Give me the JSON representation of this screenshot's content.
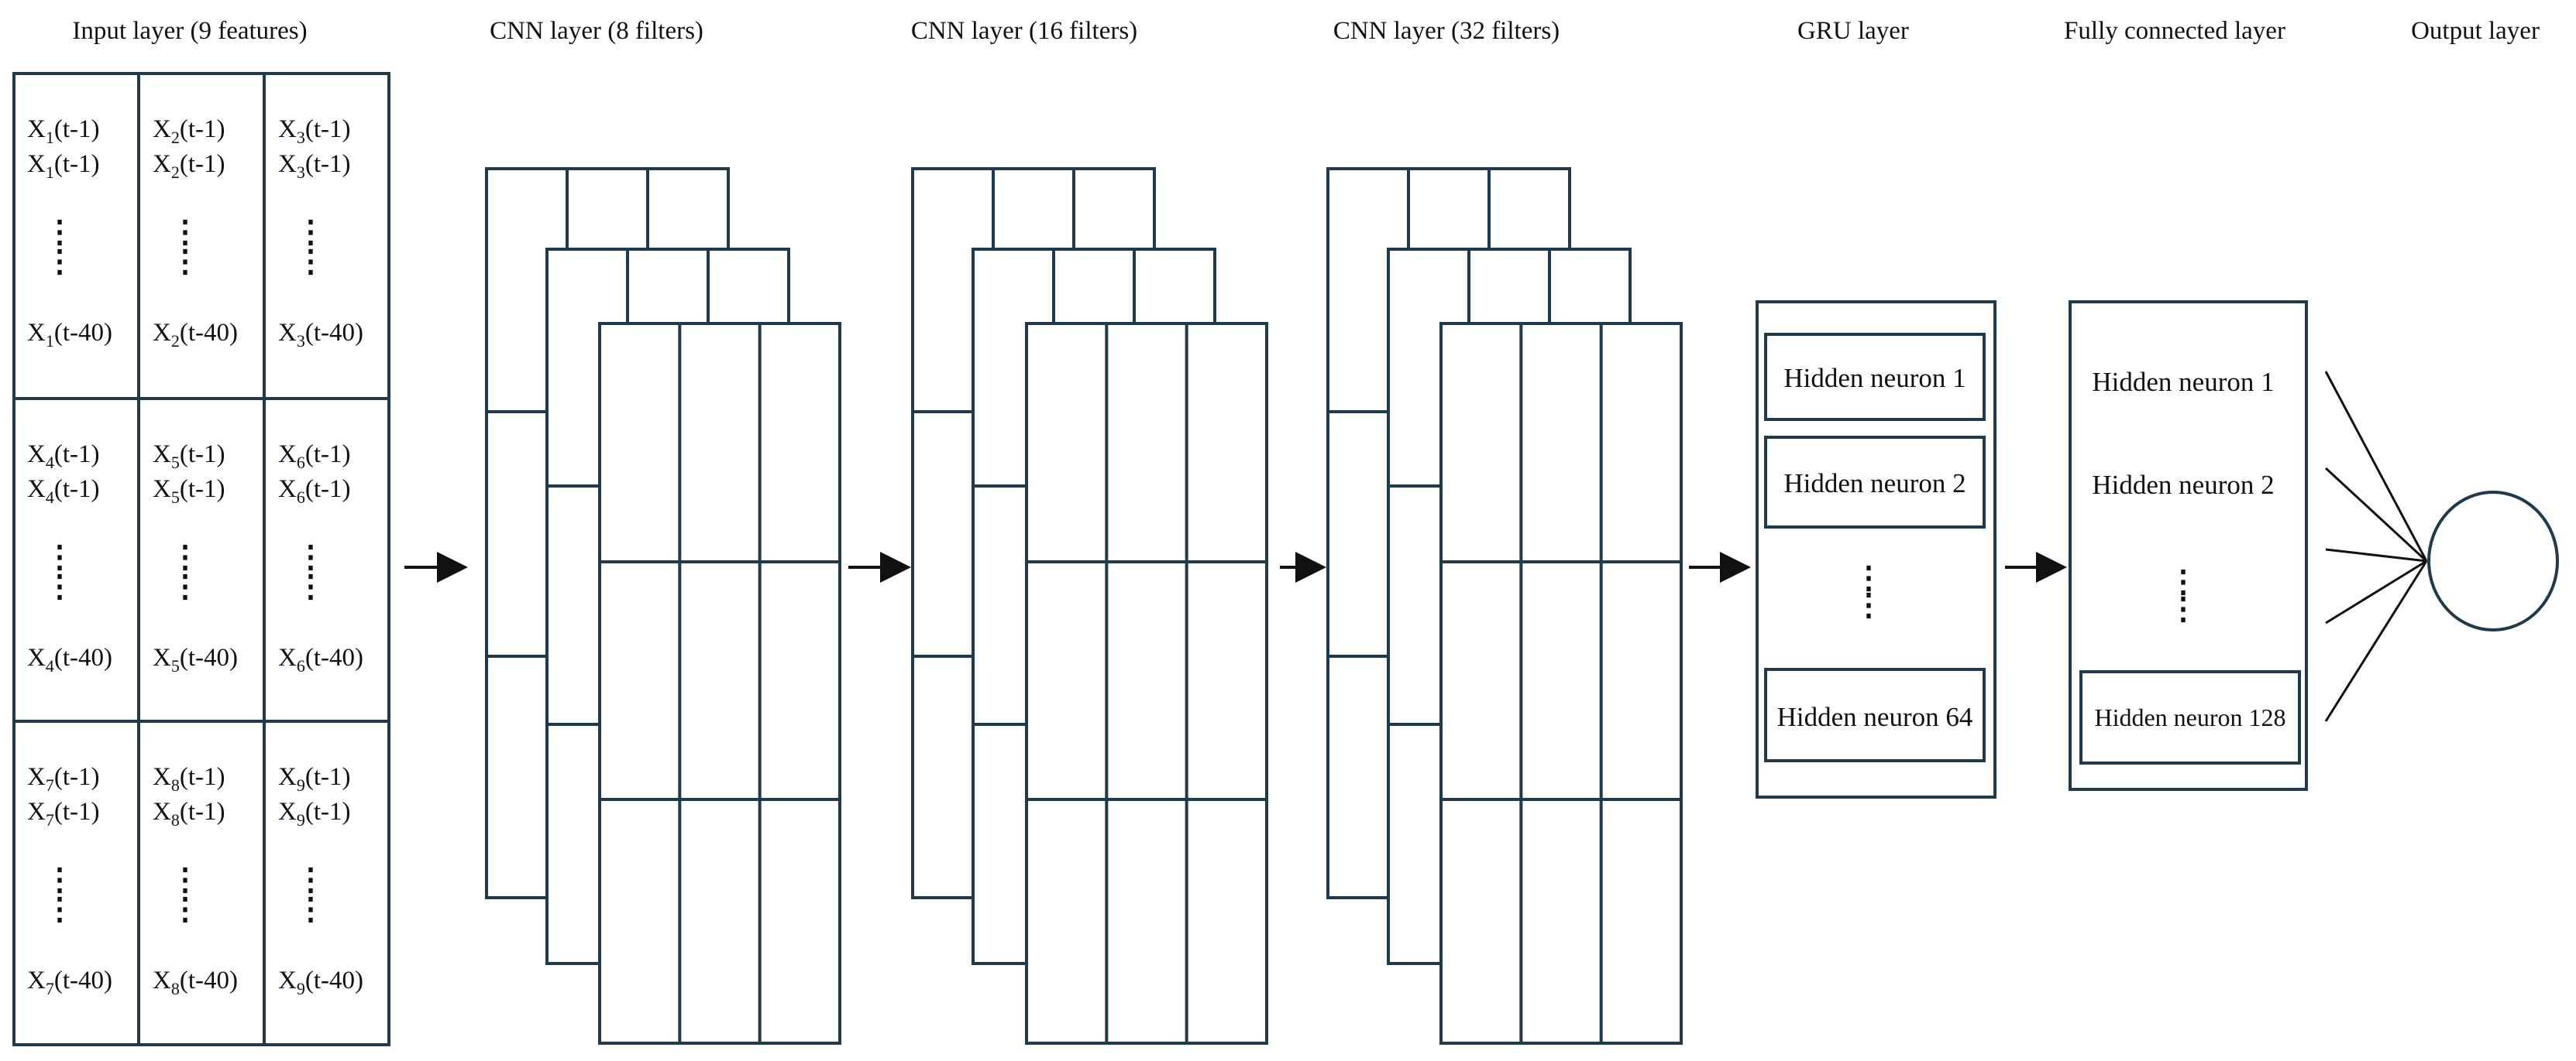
{
  "colors": {
    "stroke": "#1f3a4d",
    "text": "#111111",
    "background": "#ffffff"
  },
  "titles": {
    "input": "Input layer (9 features)",
    "cnn1": "CNN layer (8 filters)",
    "cnn2": "CNN layer (16 filters)",
    "cnn3": "CNN layer (32 filters)",
    "gru": "GRU layer",
    "fc": "Fully connected layer",
    "output": "Output layer"
  },
  "input_cells": [
    {
      "symbol": "X",
      "index": "1",
      "lag1": "(t-1)",
      "lag2": "(t-1)",
      "lag3": "(t-40)"
    },
    {
      "symbol": "X",
      "index": "2",
      "lag1": "(t-1)",
      "lag2": "(t-1)",
      "lag3": "(t-40)"
    },
    {
      "symbol": "X",
      "index": "3",
      "lag1": "(t-1)",
      "lag2": "(t-1)",
      "lag3": "(t-40)"
    },
    {
      "symbol": "X",
      "index": "4",
      "lag1": "(t-1)",
      "lag2": "(t-1)",
      "lag3": "(t-40)"
    },
    {
      "symbol": "X",
      "index": "5",
      "lag1": "(t-1)",
      "lag2": "(t-1)",
      "lag3": "(t-40)"
    },
    {
      "symbol": "X",
      "index": "6",
      "lag1": "(t-1)",
      "lag2": "(t-1)",
      "lag3": "(t-40)"
    },
    {
      "symbol": "X",
      "index": "7",
      "lag1": "(t-1)",
      "lag2": "(t-1)",
      "lag3": "(t-40)"
    },
    {
      "symbol": "X",
      "index": "8",
      "lag1": "(t-1)",
      "lag2": "(t-1)",
      "lag3": "(t-40)"
    },
    {
      "symbol": "X",
      "index": "9",
      "lag1": "(t-1)",
      "lag2": "(t-1)",
      "lag3": "(t-40)"
    }
  ],
  "dots": "⋮",
  "gru_neurons": [
    "Hidden neuron 1",
    "Hidden neuron 2",
    "Hidden neuron 64"
  ],
  "fc_neurons": [
    "Hidden neuron 1",
    "Hidden neuron 2",
    "Hidden neuron 128"
  ]
}
